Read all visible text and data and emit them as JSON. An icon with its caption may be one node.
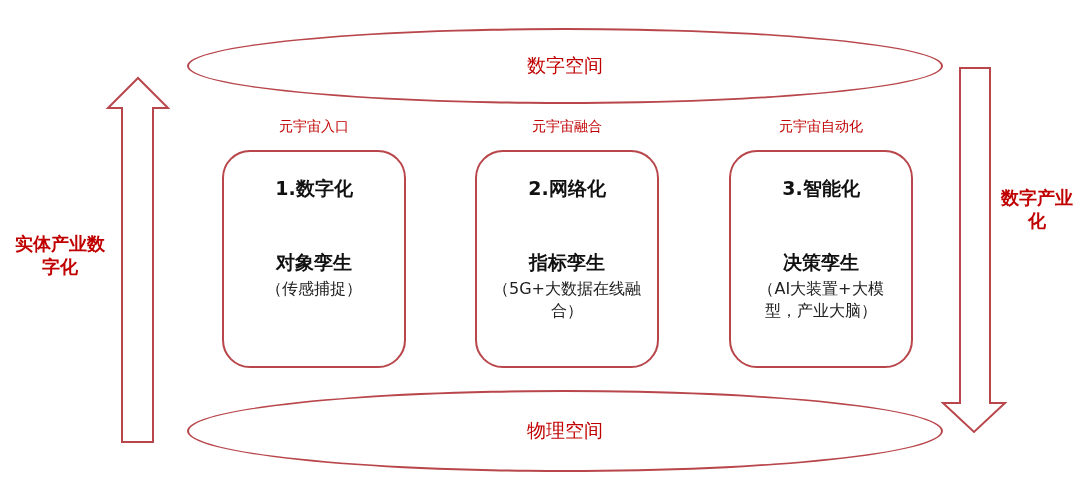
{
  "diagram": {
    "nodes": [
      {
        "text": [
          "数字空间"
        ]
      },
      {
        "text": [
          "元宇宙入口",
          "1.数字化",
          "对象孪生",
          "（传感捕捉）"
        ]
      },
      {
        "text": [
          "元宇宙融合",
          "2.网络化",
          "指标孪生",
          "（5G+大数据在线融合）"
        ]
      },
      {
        "text": [
          "元宇宙自动化",
          "3.智能化",
          "决策孪生",
          "（AI大装置+大模型，产业大脑）"
        ]
      },
      {
        "text": [
          "物理空间"
        ]
      }
    ],
    "labels": [
      "实体产业数字化",
      "数字产业化"
    ]
  }
}
